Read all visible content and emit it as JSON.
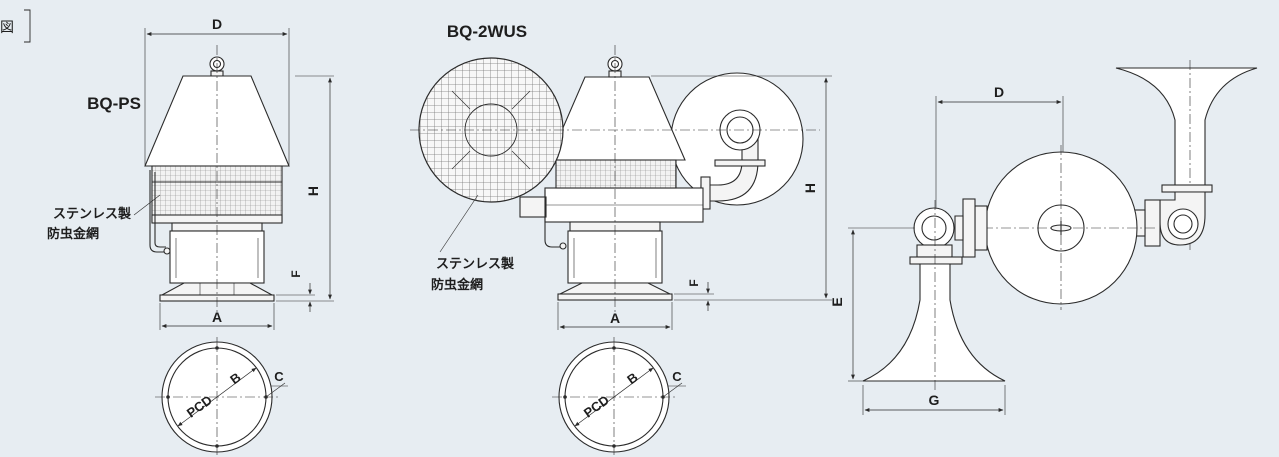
{
  "figure": {
    "corner_mark": "図",
    "model_ps": "BQ-PS",
    "model_2wus": "BQ-2WUS",
    "mesh_note_line1": "ステンレス製",
    "mesh_note_line2": "防虫金網"
  },
  "dimensions": {
    "a": "A",
    "b": "B",
    "c": "C",
    "d": "D",
    "e": "E",
    "f": "F",
    "g": "G",
    "h": "H",
    "pcd": "PCD"
  }
}
